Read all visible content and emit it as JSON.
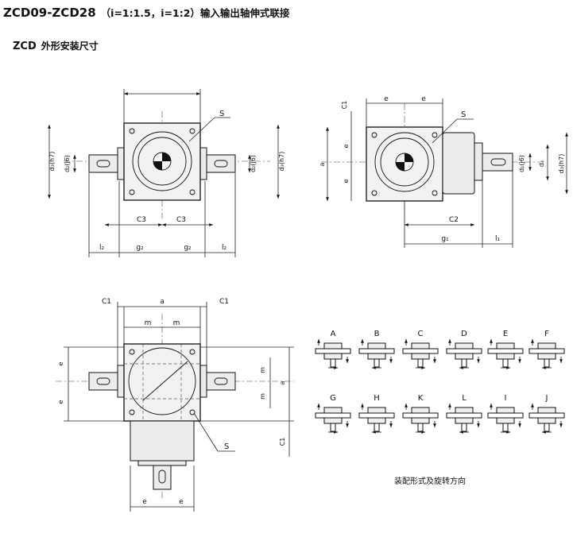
{
  "header": {
    "title": "ZCD09-ZCD28",
    "title_suffix": "（i=1:1.5，i=1:2）输入输出轴伸式联接",
    "section_model": "ZCD",
    "section_label": "外形安装尺寸"
  },
  "view1": {
    "labels": {
      "s": "S",
      "d3": "d₃(h7)",
      "d2_left": "d₂(j6)",
      "d2_right": "d₂(j6)",
      "d3_right": "d₃(h7)",
      "c3_left": "C3",
      "c3_right": "C3",
      "l2_left": "l₂",
      "g2_left": "g₂",
      "g2_right": "g₂",
      "l2_right": "l₂"
    }
  },
  "view2": {
    "labels": {
      "c1": "C1",
      "e_top_left": "e",
      "e_top_right": "e",
      "s": "S",
      "a": "a",
      "e_upper": "e",
      "e_lower": "e",
      "d1": "d₁(j6)",
      "d4": "d₄",
      "d3": "d₃(h7)",
      "c2": "C2",
      "g1": "g₁",
      "l1": "l₁"
    }
  },
  "view3": {
    "labels": {
      "c1_left": "C1",
      "a_top": "a",
      "c1_right": "C1",
      "m_left": "m",
      "m_right": "m",
      "e_upper": "e",
      "e_lower": "e",
      "m_upper": "m",
      "m_lower": "m",
      "a_right": "a",
      "c1_bottom": "C1",
      "s": "S",
      "e_bottom_left": "e",
      "e_bottom_right": "e"
    }
  },
  "mounting": {
    "configs": [
      {
        "label": "A"
      },
      {
        "label": "B"
      },
      {
        "label": "C"
      },
      {
        "label": "D"
      },
      {
        "label": "E"
      },
      {
        "label": "F"
      },
      {
        "label": "G"
      },
      {
        "label": "H"
      },
      {
        "label": "K"
      },
      {
        "label": "L"
      },
      {
        "label": "I"
      },
      {
        "label": "J"
      }
    ],
    "caption": "装配形式及旋转方向"
  }
}
